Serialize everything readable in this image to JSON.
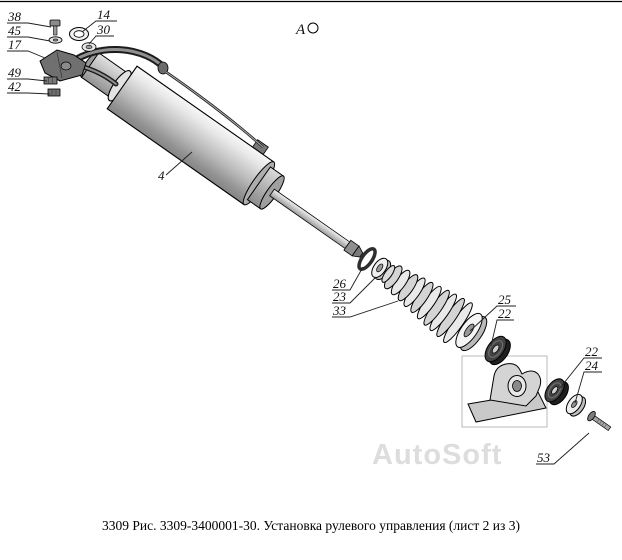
{
  "page": {
    "caption": "3309 Рис. 3309-3400001-30. Установка рулевого управления (лист 2 из 3)",
    "watermark": "AutoSoft",
    "view_marker": "A"
  },
  "labels": [
    {
      "text": "38"
    },
    {
      "text": "45"
    },
    {
      "text": "17"
    },
    {
      "text": "49"
    },
    {
      "text": "42"
    },
    {
      "text": "14"
    },
    {
      "text": "30"
    },
    {
      "text": "4"
    },
    {
      "text": "26"
    },
    {
      "text": "23"
    },
    {
      "text": "33"
    },
    {
      "text": "25"
    },
    {
      "text": "22"
    },
    {
      "text": "22"
    },
    {
      "text": "24"
    },
    {
      "text": "53"
    }
  ],
  "colors": {
    "background": "#ffffff",
    "line": "#000000",
    "watermark_text": "#c9c9c9",
    "rubber_dark": "#424242",
    "metal_light": "#d9d9d9"
  }
}
